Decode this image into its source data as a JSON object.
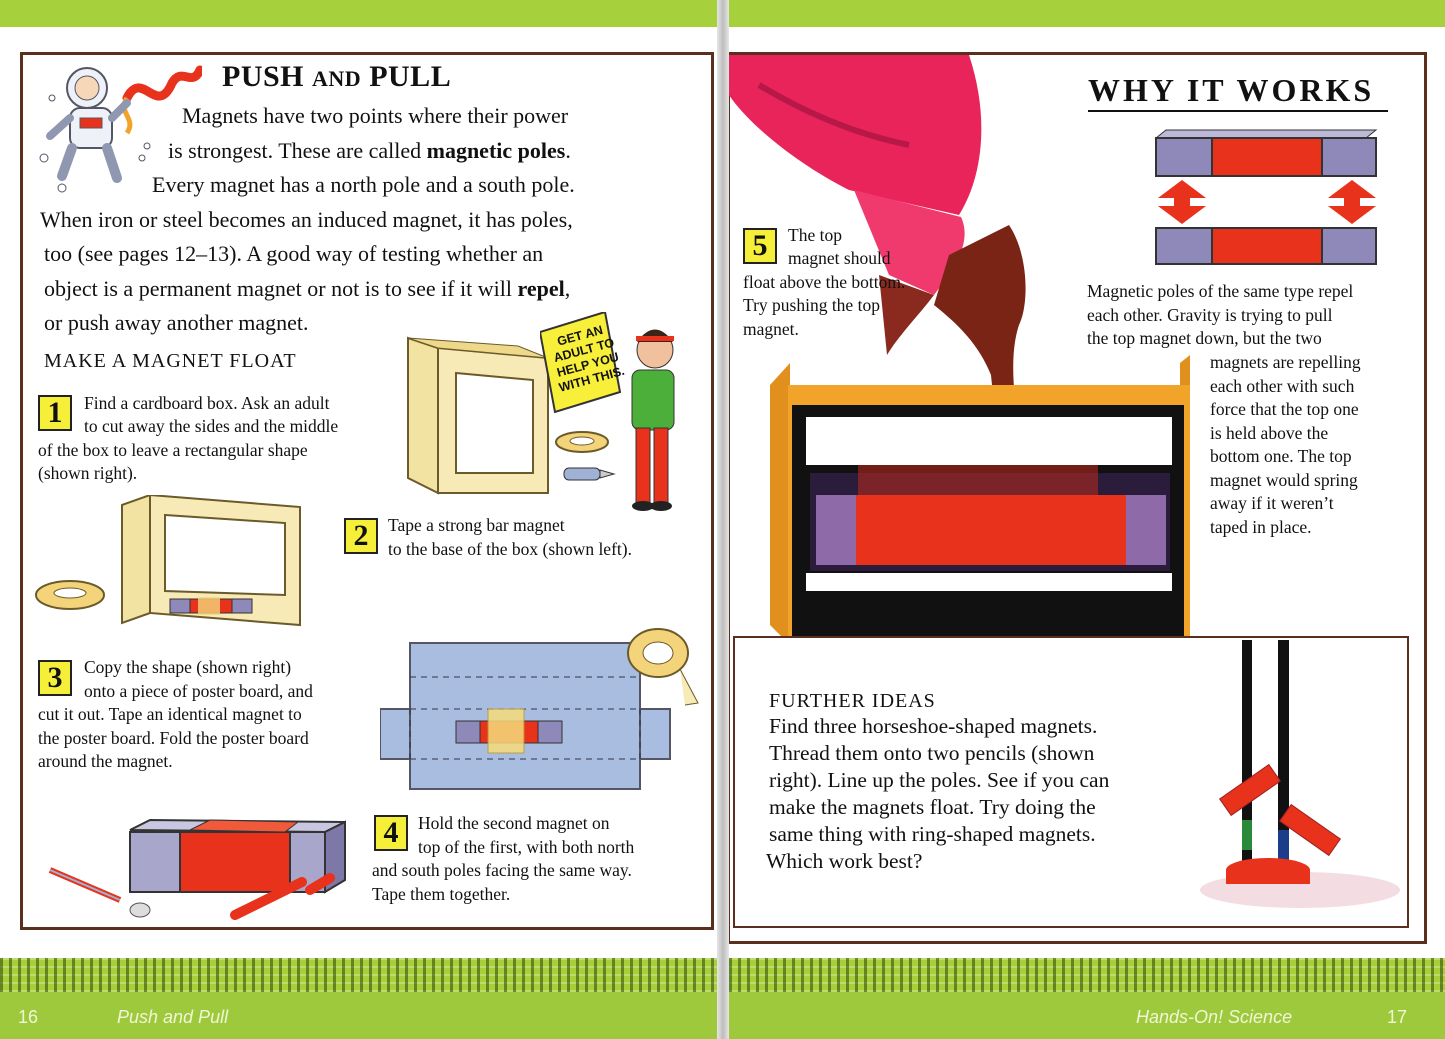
{
  "left_page": {
    "title_main": "Push",
    "title_and": "and",
    "title_end": "Pull",
    "intro_lines": [
      "Magnets have two points where their power",
      "is strongest. These are called",
      "Every magnet has a north pole and a south pole.",
      "When iron or steel becomes an induced magnet, it has poles,",
      "too (see pages 12–13). A good way of testing whether an",
      "object is a permanent magnet or not is to see if it will",
      "or push away another magnet."
    ],
    "intro_bold_poles": "magnetic poles",
    "intro_period": ".",
    "intro_bold_repel": "repel",
    "intro_comma": ",",
    "section_heading": "MAKE A MAGNET FLOAT",
    "callout": [
      "GET AN",
      "ADULT TO",
      "HELP YOU",
      "WITH THIS."
    ],
    "steps": [
      {
        "number": "1",
        "lines": [
          "Find a cardboard box. Ask an adult",
          "to cut away the sides and the middle",
          "of the box to leave a rectangular shape",
          "(shown right)."
        ]
      },
      {
        "number": "2",
        "lines": [
          "Tape a strong bar magnet",
          "to the base of the box (shown left)."
        ]
      },
      {
        "number": "3",
        "lines": [
          "Copy the shape (shown right)",
          "onto a piece of poster board, and",
          "cut it out. Tape an identical magnet to",
          "the poster board. Fold the poster board",
          "around the magnet."
        ]
      },
      {
        "number": "4",
        "lines": [
          "Hold the second magnet on",
          "top of the first, with both north",
          "and south poles facing the same way.",
          "Tape them together."
        ]
      }
    ]
  },
  "right_page": {
    "step5": {
      "number": "5",
      "lines": [
        "The top",
        "magnet should",
        "float above the bottom.",
        "Try pushing the top",
        "magnet."
      ]
    },
    "why_heading": "WHY IT WORKS",
    "why_lines": [
      "Magnetic poles of the same type repel",
      "each other. Gravity is trying to pull",
      "the top magnet down, but the two",
      "magnets are repelling",
      "each other with such",
      "force that the top one",
      "is held above the",
      "bottom one. The top",
      "magnet would spring",
      "away if it weren’t",
      "taped in place."
    ],
    "further_heading": "FURTHER IDEAS",
    "further_lines": [
      "Find three horseshoe-shaped magnets.",
      "Thread them onto two pencils (shown",
      "right). Line up the poles. See if you can",
      "make the magnets float. Try doing the",
      "same thing with ring-shaped magnets.",
      "Which work best?"
    ]
  },
  "footer": {
    "left_page_number": "16",
    "left_title": "Push and Pull",
    "right_series": "Hands-On! Science",
    "right_page_number": "17"
  },
  "colors": {
    "green": "#a7d13c",
    "frame": "#5a2f1e",
    "magnet_red": "#e8321c",
    "magnet_purple": "#8e89b8",
    "sleeve_pink": "#e8245a",
    "box_orange": "#f2a32a",
    "number_yellow": "#f6ef39"
  }
}
